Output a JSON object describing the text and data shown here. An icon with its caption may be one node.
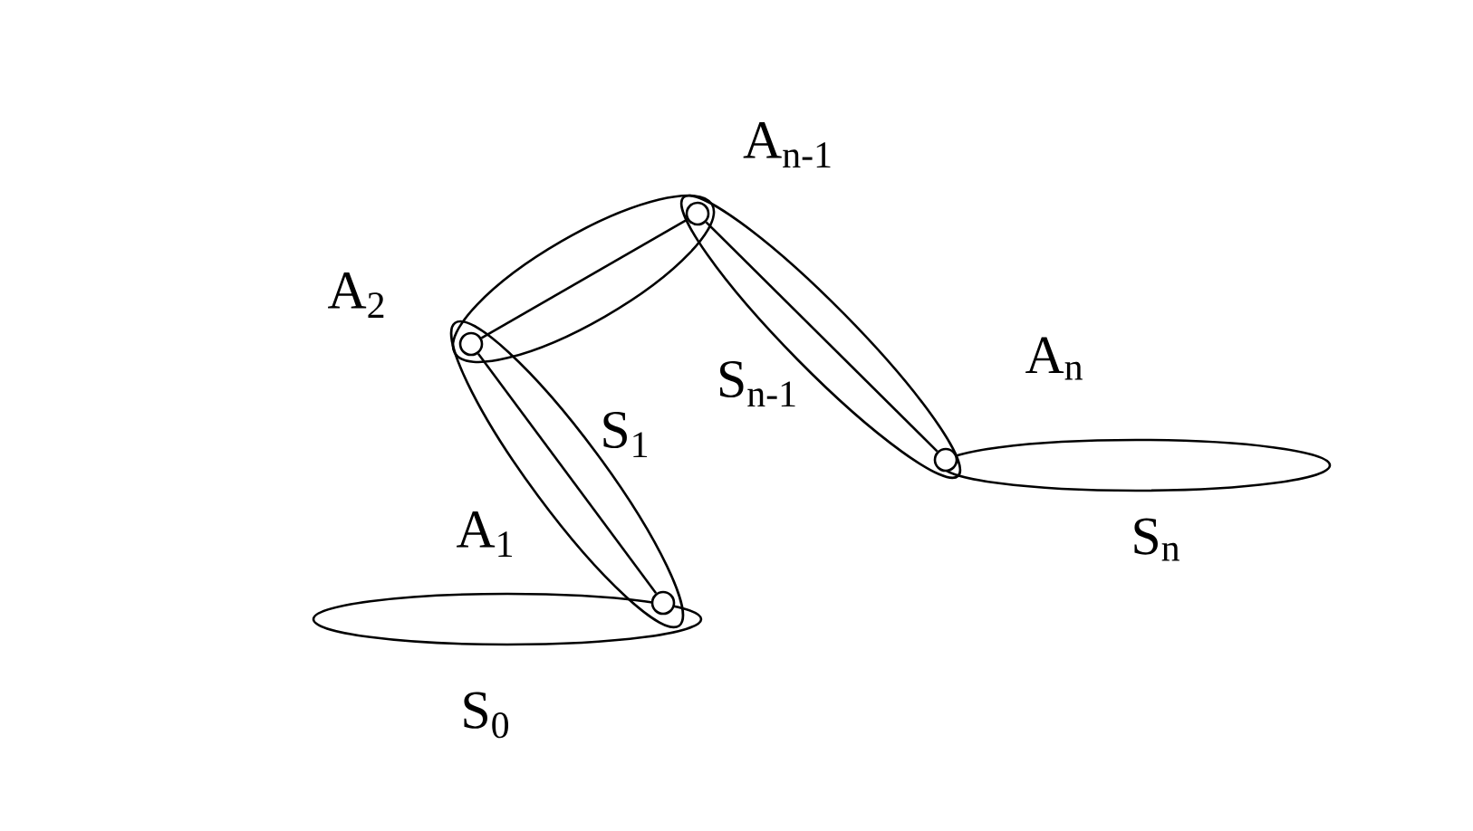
{
  "diagram": {
    "nodes": [
      {
        "text": [],
        "shape": "circle",
        "beside": [
          "A$_{n-1}$"
        ]
      },
      {
        "text": [],
        "shape": "circle",
        "beside": [
          "A$_{2}$"
        ]
      },
      {
        "text": [],
        "shape": "circle",
        "beside": [
          "A$_{n}$"
        ]
      },
      {
        "text": [],
        "shape": "circle",
        "beside": [
          "A$_{1}$"
        ]
      }
    ],
    "edges": [
      {
        "from": 1,
        "to": 3,
        "arrow": "none"
      },
      {
        "from": 1,
        "to": 0,
        "arrow": "none"
      },
      {
        "from": 0,
        "to": 2,
        "arrow": "none"
      }
    ],
    "labels": [
      "S$_{1}$",
      "S$_{n-1}$",
      "S$_{n}$",
      "S$_{0}$"
    ]
  }
}
